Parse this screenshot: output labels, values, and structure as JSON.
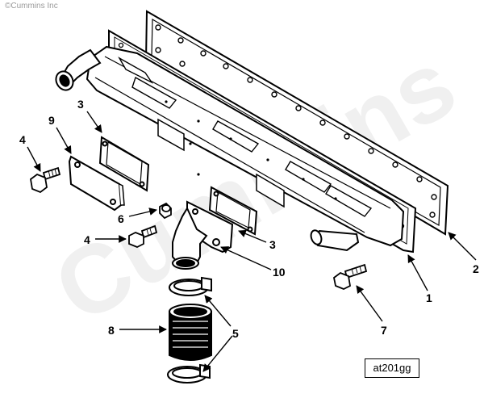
{
  "copyright": "©Cummins Inc",
  "watermark": "Cummins",
  "figure_id": "at201gg",
  "callouts": {
    "c1": "1",
    "c2": "2",
    "c3a": "3",
    "c3b": "3",
    "c4a": "4",
    "c4b": "4",
    "c5": "5",
    "c6": "6",
    "c7": "7",
    "c8": "8",
    "c9": "9",
    "c10": "10"
  }
}
